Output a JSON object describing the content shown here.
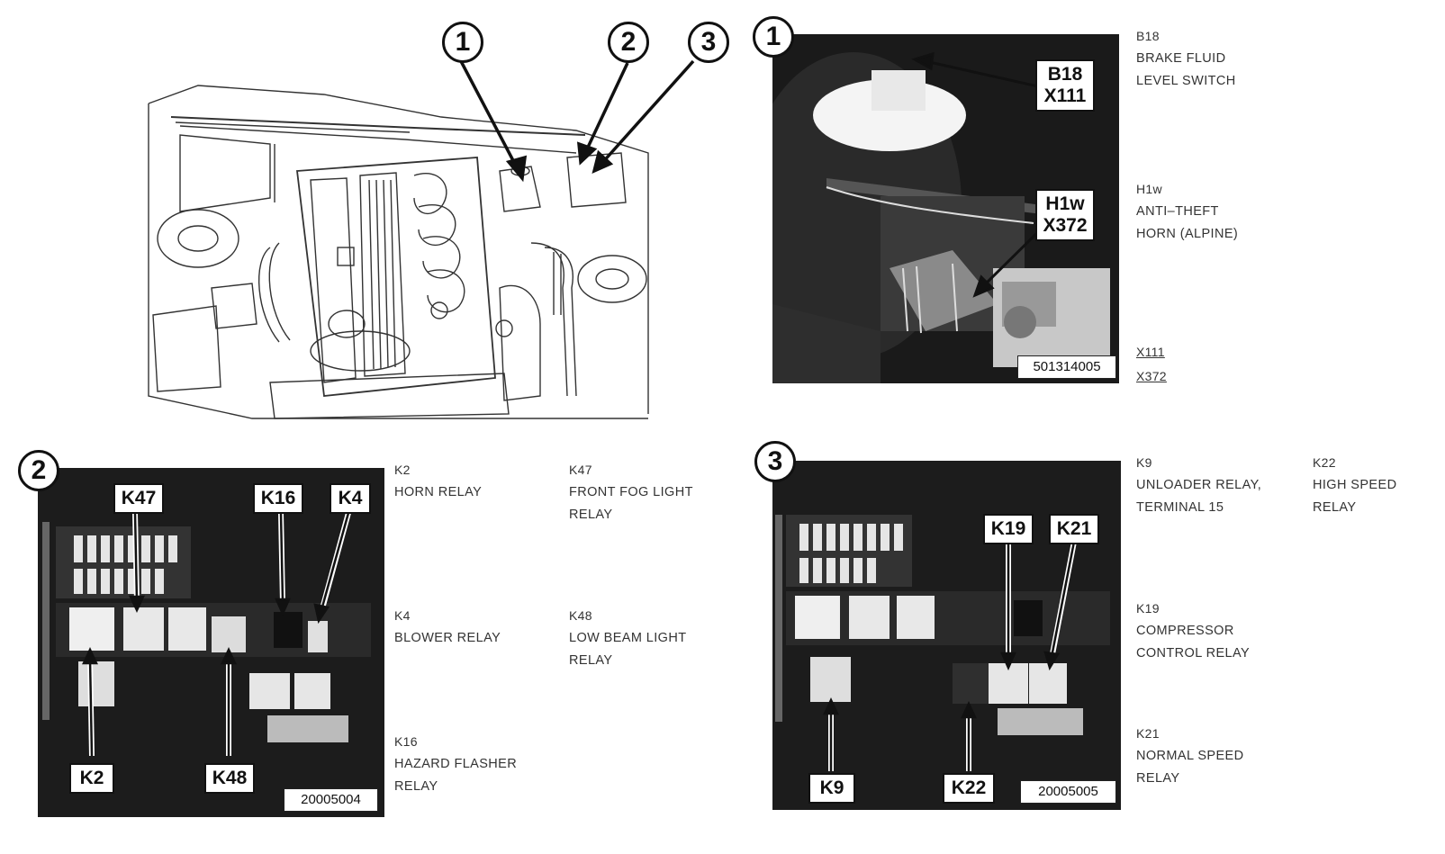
{
  "engine_callouts": [
    "1",
    "2",
    "3"
  ],
  "panel1": {
    "number": "1",
    "tag_b18": [
      "B18",
      "X111"
    ],
    "tag_h1w": [
      "H1w",
      "X372"
    ],
    "photo_id": "501314005",
    "legend": [
      {
        "code": "B18",
        "lines": [
          "BRAKE FLUID",
          "LEVEL SWITCH"
        ]
      },
      {
        "code": "H1w",
        "lines": [
          "ANTI–THEFT",
          "HORN (ALPINE)"
        ]
      }
    ],
    "connectors": [
      "X111",
      "X372"
    ]
  },
  "panel2": {
    "number": "2",
    "tags": {
      "k47": "K47",
      "k16": "K16",
      "k4": "K4",
      "k2": "K2",
      "k48": "K48"
    },
    "photo_id": "20005004",
    "legend": [
      {
        "code": "K2",
        "lines": [
          "HORN RELAY"
        ]
      },
      {
        "code": "K47",
        "lines": [
          "FRONT FOG LIGHT",
          "RELAY"
        ]
      },
      {
        "code": "K4",
        "lines": [
          "BLOWER RELAY"
        ]
      },
      {
        "code": "K48",
        "lines": [
          "LOW BEAM LIGHT",
          "RELAY"
        ]
      },
      {
        "code": "K16",
        "lines": [
          "HAZARD FLASHER",
          "RELAY"
        ]
      }
    ]
  },
  "panel3": {
    "number": "3",
    "tags": {
      "k19": "K19",
      "k21": "K21",
      "k9": "K9",
      "k22": "K22"
    },
    "photo_id": "20005005",
    "legend": [
      {
        "code": "K9",
        "lines": [
          "UNLOADER RELAY,",
          "TERMINAL 15"
        ]
      },
      {
        "code": "K22",
        "lines": [
          "HIGH SPEED",
          "RELAY"
        ]
      },
      {
        "code": "K19",
        "lines": [
          "COMPRESSOR",
          "CONTROL RELAY"
        ]
      },
      {
        "code": "K21",
        "lines": [
          "NORMAL SPEED",
          "RELAY"
        ]
      }
    ]
  }
}
